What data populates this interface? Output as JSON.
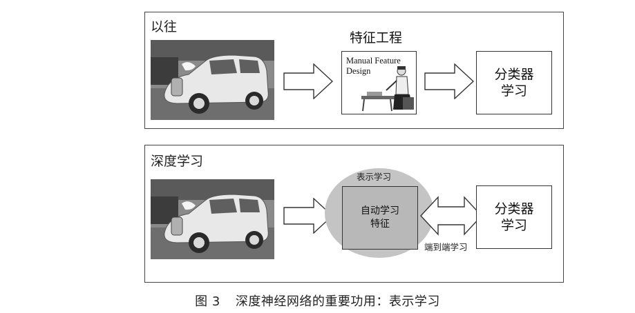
{
  "top_panel": {
    "label": "以往",
    "feature_title": "特征工程",
    "feature_box_line1": "Manual Feature",
    "feature_box_line2": "Design",
    "classifier_line1": "分类器",
    "classifier_line2": "学习"
  },
  "bottom_panel": {
    "label": "深度学习",
    "representation_label": "表示学习",
    "auto_box_line1": "自动学习",
    "auto_box_line2": "特征",
    "end_to_end_label": "端到端学习",
    "classifier_line1": "分类器",
    "classifier_line2": "学习"
  },
  "caption": {
    "number": "图 3",
    "text": "深度神经网络的重要功用：表示学习"
  },
  "icons": {
    "car_photo": "vintage-car-photo-icon",
    "person_figure": "person-at-workbench-icon"
  },
  "colors": {
    "ellipse": "#c4c4c4",
    "auto_box": "#b8b8b8",
    "border": "#333333"
  }
}
